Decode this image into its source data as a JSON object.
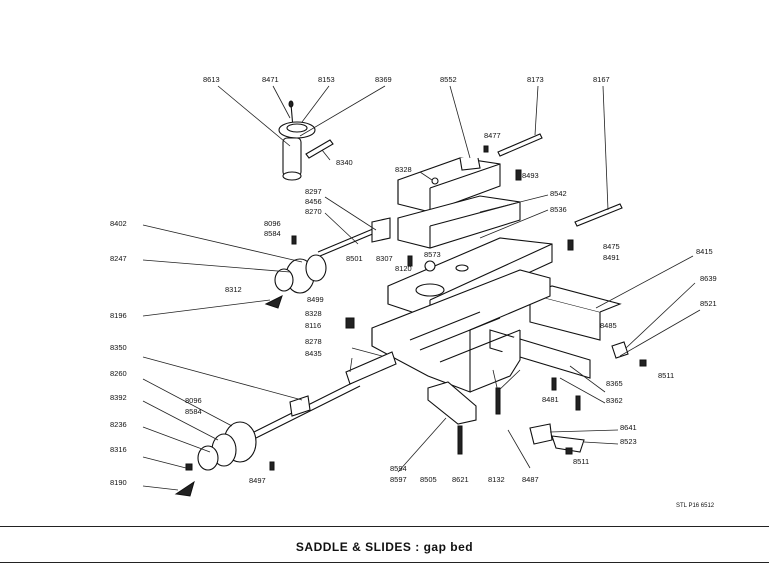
{
  "caption": "SADDLE & SLIDES : gap bed",
  "drawing_ref": "STL P16 6512",
  "part_numbers": {
    "p8613": "8613",
    "p8471": "8471",
    "p8153": "8153",
    "p8369": "8369",
    "p8552": "8552",
    "p8173": "8173",
    "p8167": "8167",
    "p8477": "8477",
    "p8340": "8340",
    "p8328a": "8328",
    "p8493": "8493",
    "p8542": "8542",
    "p8297": "8297",
    "p8456": "8456",
    "p8270": "8270",
    "p8096a": "8096",
    "p8584a": "8584",
    "p8402": "8402",
    "p8536": "8536",
    "p8475": "8475",
    "p8491": "8491",
    "p8573": "8573",
    "p8307": "8307",
    "p8120": "8120",
    "p8501": "8501",
    "p8247": "8247",
    "p8312": "8312",
    "p8499": "8499",
    "p8415": "8415",
    "p8639": "8639",
    "p8196": "8196",
    "p8328b": "8328",
    "p8116": "8116",
    "p8521": "8521",
    "p8485": "8485",
    "p8278": "8278",
    "p8511a": "8511",
    "p8350": "8350",
    "p8435": "8435",
    "p8260": "8260",
    "p8365": "8365",
    "p8362": "8362",
    "p8096b": "8096",
    "p8584b": "8584",
    "p8392": "8392",
    "p8481": "8481",
    "p8641": "8641",
    "p8236": "8236",
    "p8523": "8523",
    "p8316": "8316",
    "p8511b": "8511",
    "p8594": "8594",
    "p8597": "8597",
    "p8505": "8505",
    "p8621": "8621",
    "p8132": "8132",
    "p8487": "8487",
    "p8190": "8190",
    "p8497": "8497"
  }
}
